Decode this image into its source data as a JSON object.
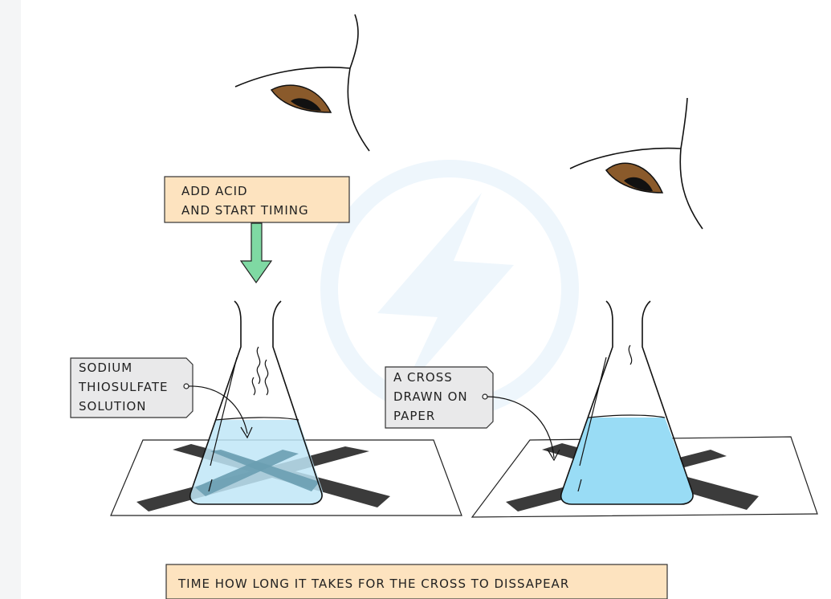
{
  "labels": {
    "add_acid_line1": "ADD  ACID",
    "add_acid_line2": "AND  START  TIMING",
    "sodium_line1": "SODIUM",
    "sodium_line2": "THIOSULFATE",
    "sodium_line3": "SOLUTION",
    "cross_line1": "A   CROSS",
    "cross_line2": "DRAWN   ON",
    "cross_line3": "PAPER",
    "instruction": "TIME   HOW   LONG   IT   TAKES   FOR   THE   CROSS   TO   DISSAPEAR"
  },
  "colors": {
    "orange_label_fill": "#fde3bf",
    "grey_label_fill": "#e9e9ea",
    "arrow_green": "#7fd9a3",
    "eye_iris": "#8a5a2b",
    "solution_light": "#bfe6f7",
    "solution_blue": "#99dcf5",
    "cross_dark": "#3b3b3b",
    "watermark": "#eaf4fb"
  }
}
